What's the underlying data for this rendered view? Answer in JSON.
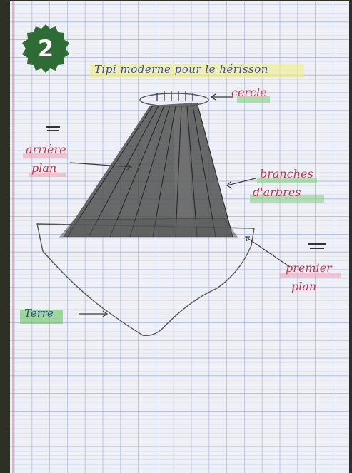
{
  "badge": {
    "number": "2",
    "color": "#2e6b35"
  },
  "title": "Tipi moderne pour le hérisson",
  "labels": {
    "cercle": "cercle",
    "arriere_line1": "arrière",
    "arriere_line2": "plan",
    "branches_line1": "branches",
    "branches_line2": "d'arbres",
    "premier_line1": "premier",
    "premier_line2": "plan",
    "terre": "Terre"
  },
  "colors": {
    "paper": "#eef0f5",
    "grid_line": "#9aa8d4",
    "margin_line": "#d98aa0",
    "pencil": "#444444",
    "red_ink": "#c0364e",
    "blue_ink": "#2f4a90",
    "green_highlight": "#8cd48a",
    "pink_highlight": "#f1a3b8",
    "yellow_highlight": "#f2ee7a"
  }
}
